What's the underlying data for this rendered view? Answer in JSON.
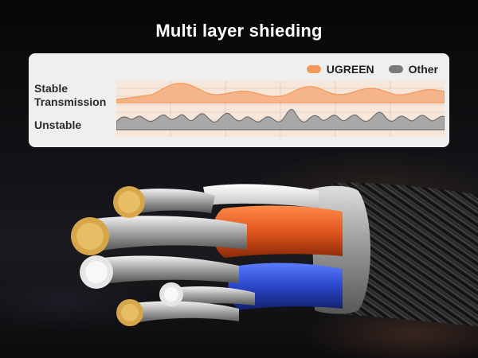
{
  "title": "Multi layer shieding",
  "legend": {
    "items": [
      {
        "label": "UGREEN",
        "color": "#f39a5a"
      },
      {
        "label": "Other",
        "color": "#7a7a7a"
      }
    ]
  },
  "labels": {
    "stable_line1": "Stable",
    "stable_line2": "Transmission",
    "unstable": "Unstable"
  },
  "colors": {
    "panel": "#efefef",
    "ugreen_wave": "#f39a5a",
    "other_wave": "#6e6e6e"
  }
}
